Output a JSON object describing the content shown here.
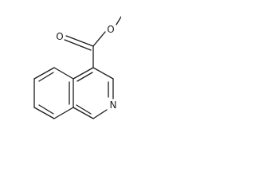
{
  "molecule": {
    "atom_labels": {
      "carbonyl_oxygen": "O",
      "ester_oxygen": "O",
      "ring_nitrogen": "N"
    },
    "colors": {
      "bond": "#1a1a1a",
      "background": "#ffffff"
    }
  }
}
